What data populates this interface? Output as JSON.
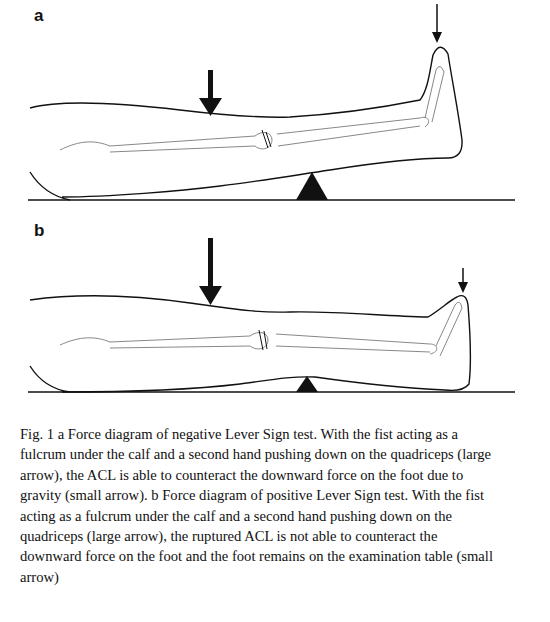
{
  "diagram": {
    "caption": "Fig. 1 a Force diagram of negative Lever Sign test. With the fist acting as a fulcrum under the calf and a second hand pushing down on the quadriceps (large arrow), the ACL is able to counteract the downward force on the foot due to gravity (small arrow). b Force diagram of positive Lever Sign test. With the fist acting as a fulcrum under the calf and a second hand pushing down on the quadriceps (large arrow), the ruptured ACL is not able to counteract the downward force on the foot and the foot remains on the examination table (small arrow)",
    "labels": [
      "a",
      "b"
    ]
  }
}
